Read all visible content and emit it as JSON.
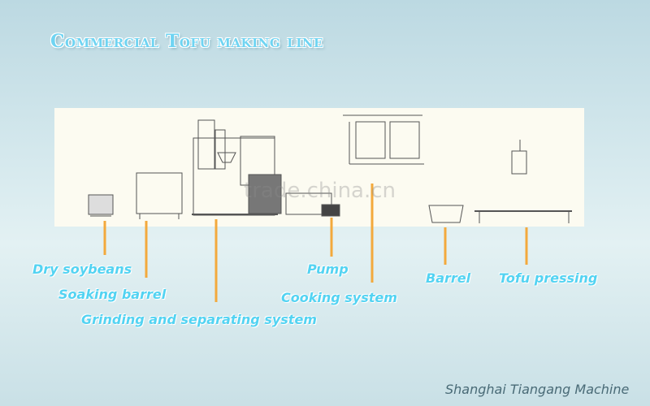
{
  "title": "Commercial Tofu making line",
  "watermark": "trade.china.cn",
  "company": "Shanghai Tiangang Machine",
  "labels": {
    "dry_soybeans": "Dry soybeans",
    "soaking_barrel": "Soaking barrel",
    "grinding": "Grinding and separating system",
    "pump": "Pump",
    "cooking": "Cooking system",
    "barrel": "Barrel",
    "tofu_pressing": "Tofu pressing"
  },
  "colors": {
    "label": "#53d3f2",
    "leader": "#f3a93c",
    "title": "#6fd4f2"
  }
}
